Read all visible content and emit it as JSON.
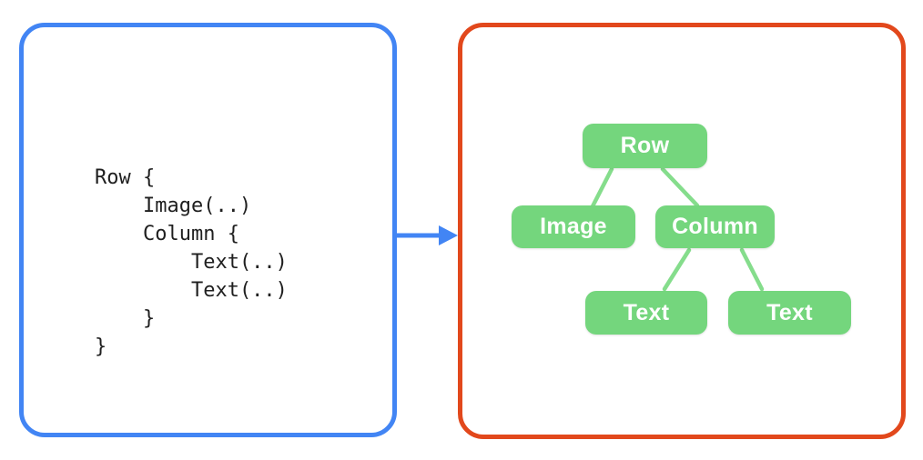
{
  "colors": {
    "panel-blue": "#4285F4",
    "panel-orange": "#E2481C",
    "node-green": "#74D67D",
    "edge-green": "#85DD8C",
    "code-text": "#1F1F1F",
    "node-text": "#FFFFFF",
    "canvas-bg": "#FFFFFF"
  },
  "code_panel": {
    "code": "Row {\n    Image(..)\n    Column {\n        Text(..)\n        Text(..)\n    }\n}"
  },
  "tree_panel": {
    "nodes": {
      "root": "Row",
      "child_left": "Image",
      "child_right": "Column",
      "leaf_left": "Text",
      "leaf_right": "Text"
    },
    "structure": {
      "label": "Row",
      "children": [
        {
          "label": "Image"
        },
        {
          "label": "Column",
          "children": [
            {
              "label": "Text"
            },
            {
              "label": "Text"
            }
          ]
        }
      ]
    }
  }
}
